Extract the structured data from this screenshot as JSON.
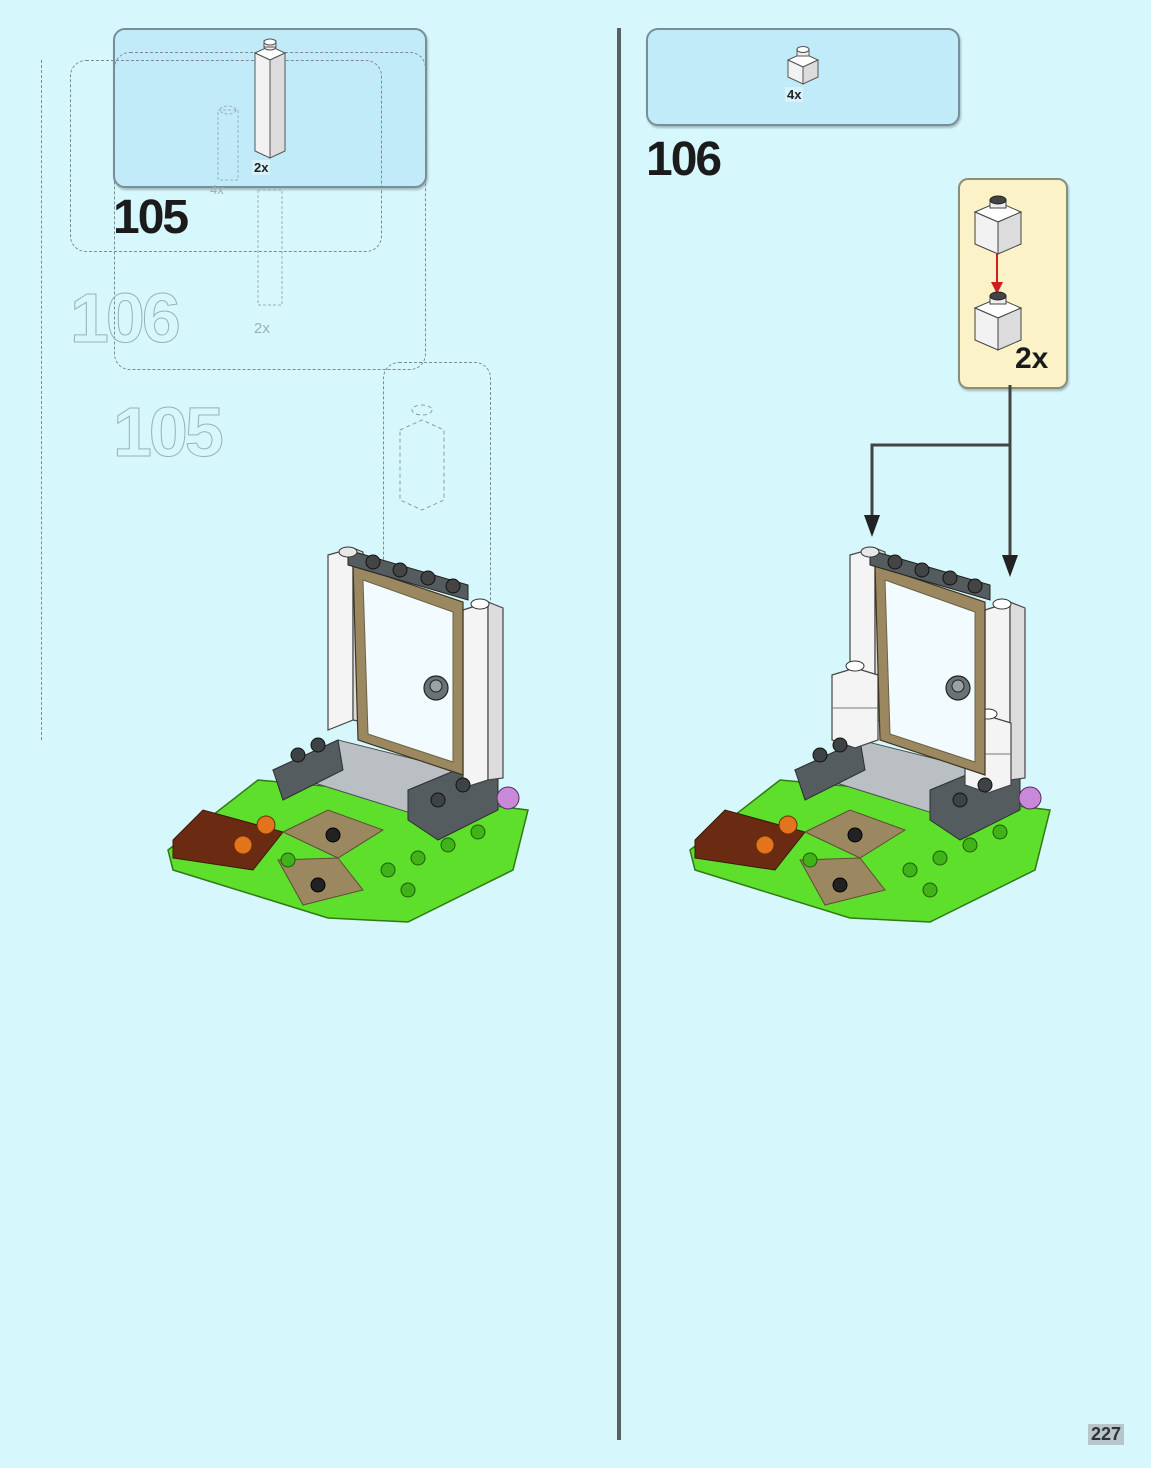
{
  "step_105": {
    "number": "105",
    "parts_qty": "2x",
    "ghost_labels": [
      "4x",
      "2x",
      "2x"
    ],
    "ghost_numbers": [
      "106",
      "105"
    ]
  },
  "step_106": {
    "number": "106",
    "parts_qty": "4x",
    "subassembly_qty": "2x"
  },
  "page_number": "227",
  "colors": {
    "background": "#d6f8fd",
    "parts_box": "#c2ebf9",
    "subassembly_box": "#fbf2c7",
    "bright_green": "#5ddf2c",
    "dark_stone_gray": "#555c5f",
    "light_gray": "#b9bfc2",
    "dark_tan": "#9b8860",
    "reddish_brown": "#6b2b12",
    "orange": "#e2741e",
    "lavender": "#c88ad8",
    "arrow_red": "#d11d1d"
  },
  "icons": [
    "brick-1x1-icon",
    "brick-1x1x5-icon",
    "arrow-down-icon"
  ]
}
